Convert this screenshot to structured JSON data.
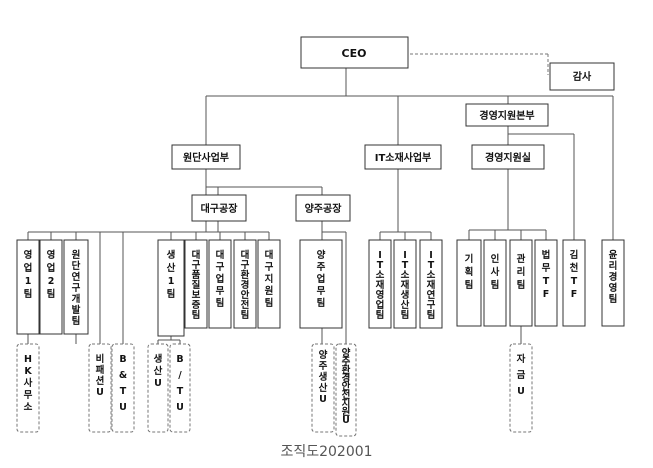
{
  "caption": "조직도202001",
  "top": {
    "ceo": "CEO",
    "audit": "감사"
  },
  "divisions": {
    "wondan": "원단사업부",
    "it": "IT소재사업부",
    "management": "경영지원본부",
    "management_office": "경영지원실"
  },
  "factories": {
    "daegu": "대구공장",
    "yangju": "양주공장"
  },
  "teams": {
    "sales1": "영업1팀",
    "sales2": "영업2팀",
    "fabric_rnd": "원단연구개발팀",
    "production1": "생산1팀",
    "daegu_quality": "대구품질보증팀",
    "daegu_business": "대구업무팀",
    "daegu_env_safety": "대구환경안전팀",
    "daegu_support": "대구지원팀",
    "yangju_business": "양주업무팀",
    "it_sales": "IT소재영업팀",
    "it_production": "IT소재생산팀",
    "it_research": "IT소재연구팀",
    "planning": "기획팀",
    "hr": "인사팀",
    "admin": "관리팀",
    "legal_tf": "법무TF",
    "gimcheon_tf": "김천TF",
    "ethics": "윤리경영팀"
  },
  "units": {
    "hk_office": "HK사무소",
    "bpt_u": "비패션U",
    "bt_u_1": "B&TU",
    "production_u": "생산U",
    "bt_u_2": "B/TU",
    "yangju_production_u": "양주생산U",
    "yangju_env_safety_u": "양주환경안전지원U",
    "funds_u": "자금U"
  }
}
